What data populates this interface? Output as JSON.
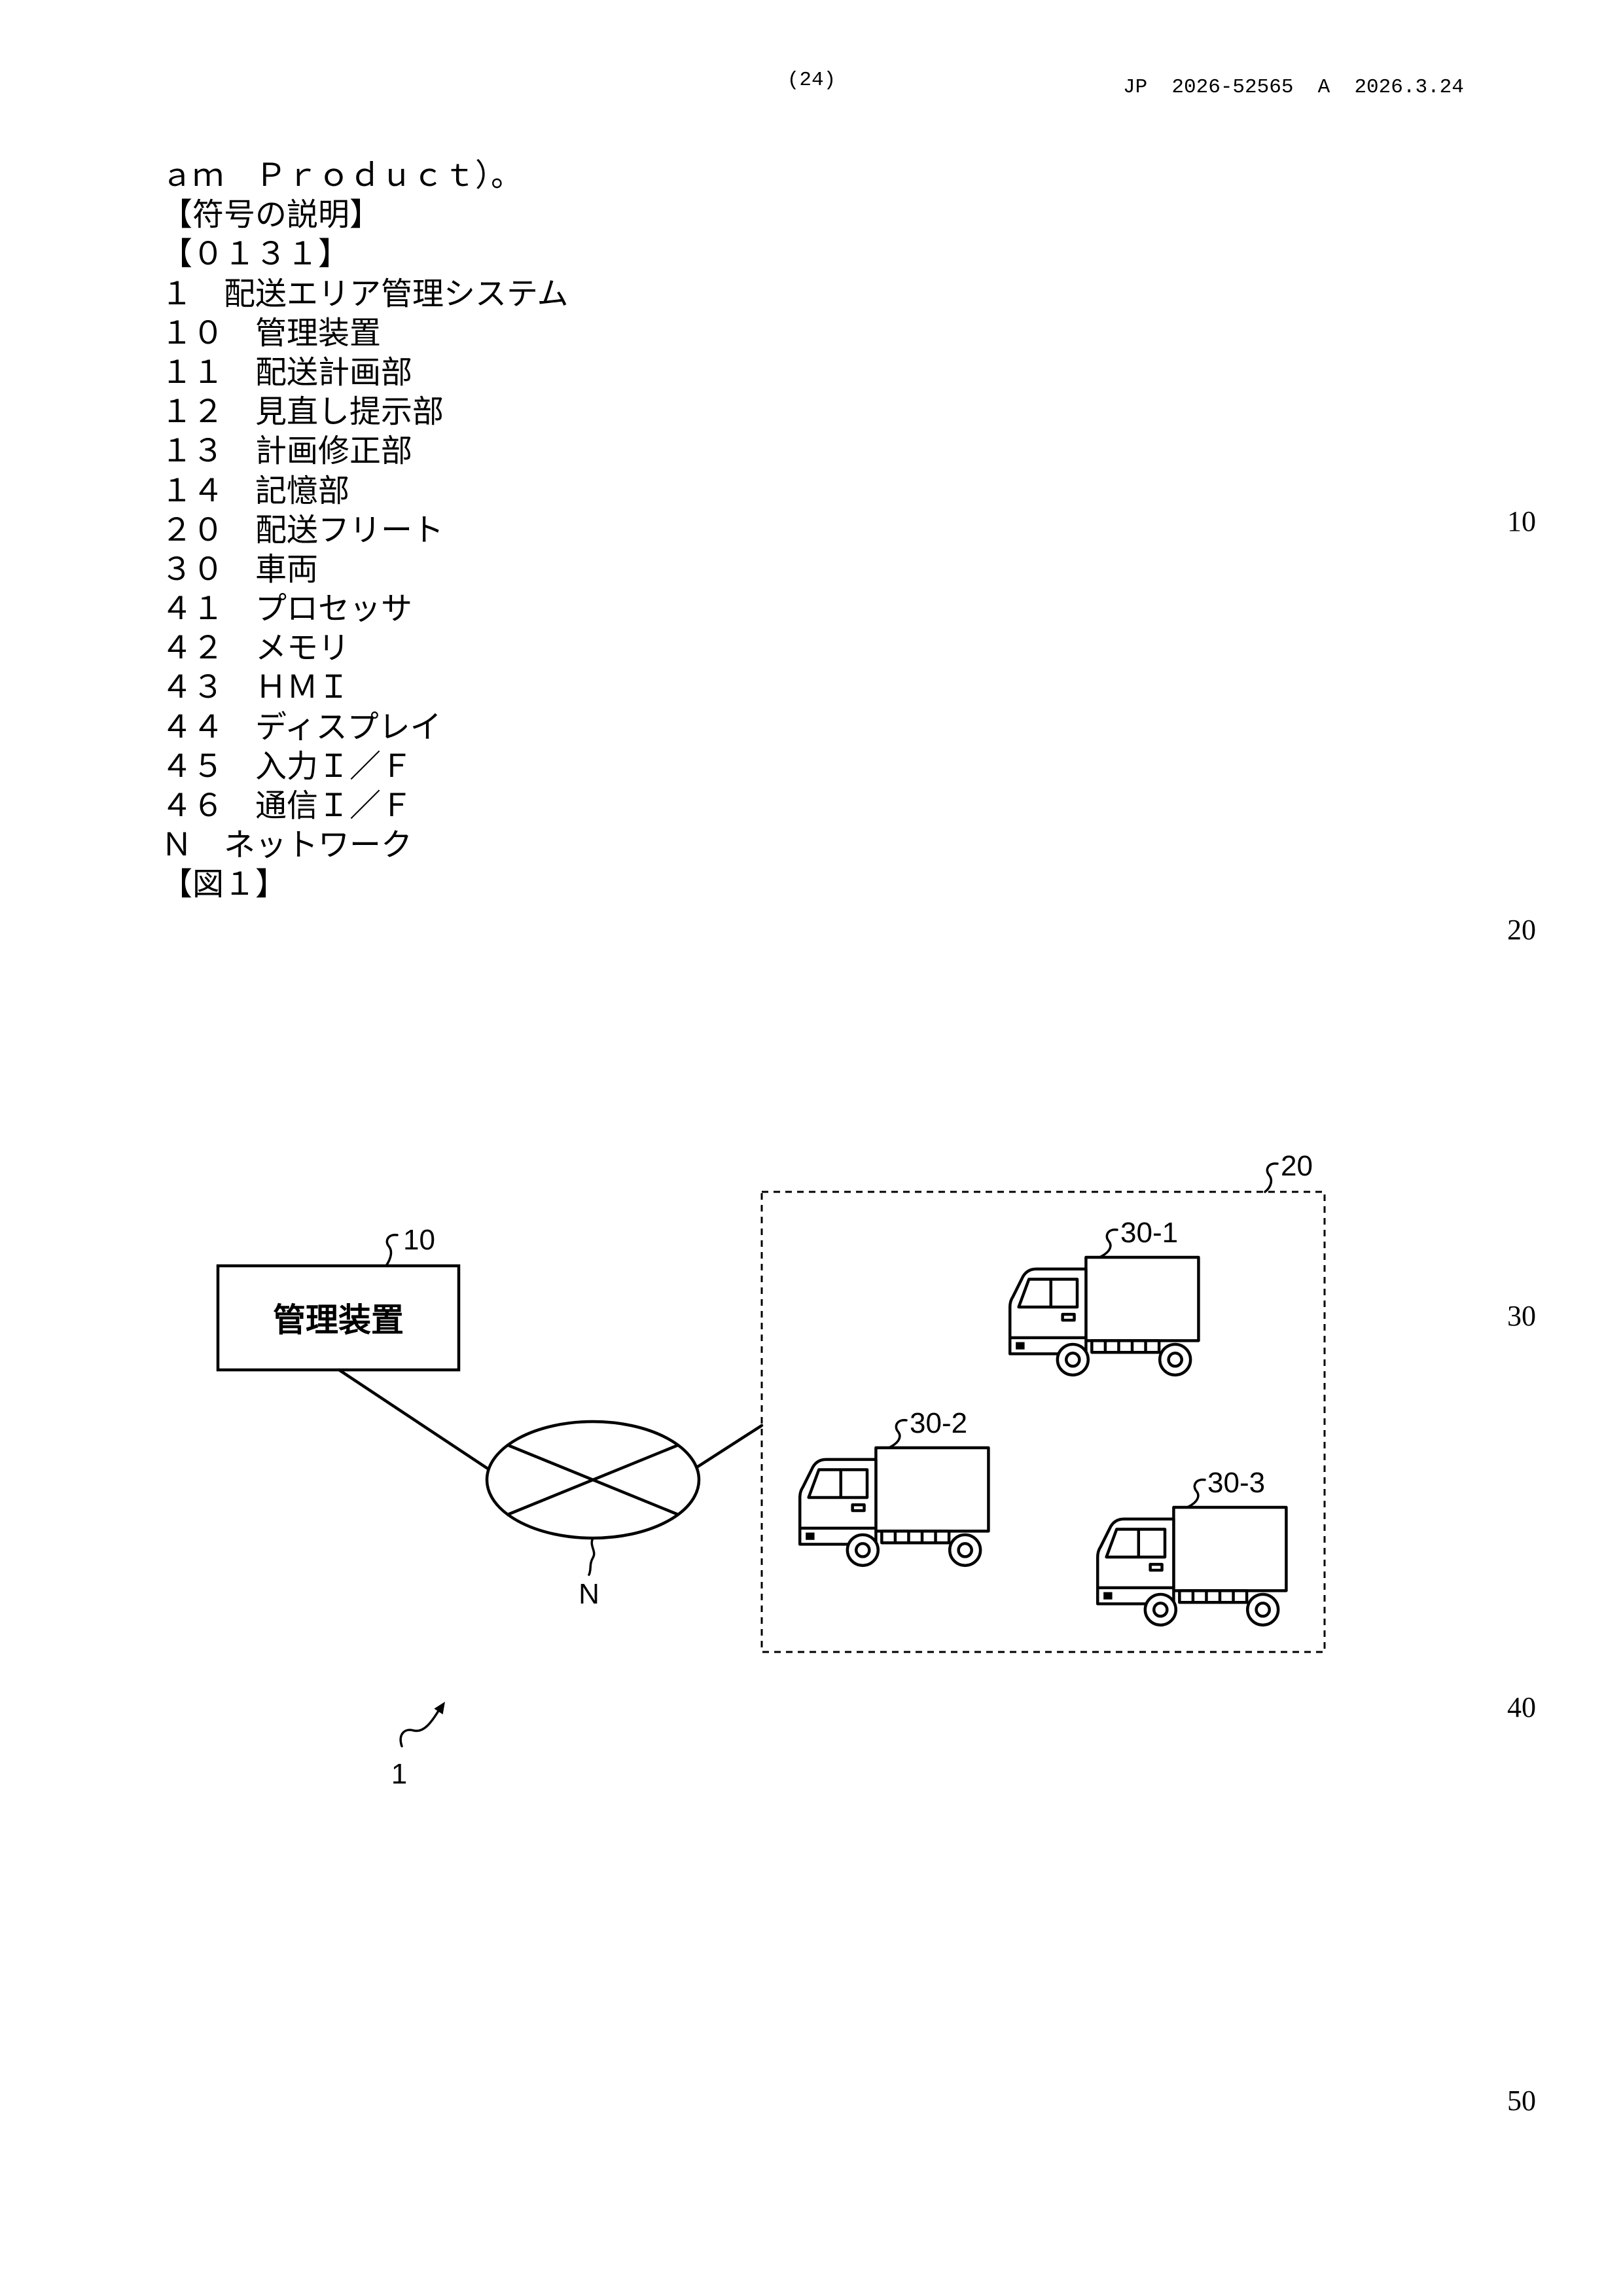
{
  "header": {
    "page_number": "(24)",
    "publication": "JP  2026-52565  A  2026.3.24"
  },
  "body": {
    "lines": [
      "ａｍ　Ｐｒｏｄｕｃｔ）。",
      "【符号の説明】",
      "【０１３１】",
      "１　配送エリア管理システム",
      "１０　管理装置",
      "１１　配送計画部",
      "１２　見直し提示部",
      "１３　計画修正部",
      "１４　記憶部",
      "２０　配送フリート",
      "３０　車両",
      "４１　プロセッサ",
      "４２　メモリ",
      "４３　ＨＭＩ",
      "４４　ディスプレイ",
      "４５　入力Ｉ／Ｆ",
      "４６　通信Ｉ／Ｆ",
      "Ｎ　ネットワーク",
      "【図１】"
    ]
  },
  "margin_line_numbers": [
    "10",
    "20",
    "30",
    "40",
    "50"
  ],
  "figure": {
    "management_device": {
      "ref": "10",
      "label": "管理装置"
    },
    "network": {
      "ref": "N"
    },
    "delivery_fleet": {
      "ref": "20"
    },
    "vehicles": [
      {
        "ref": "30-1"
      },
      {
        "ref": "30-2"
      },
      {
        "ref": "30-3"
      }
    ],
    "system": {
      "ref": "1"
    }
  }
}
